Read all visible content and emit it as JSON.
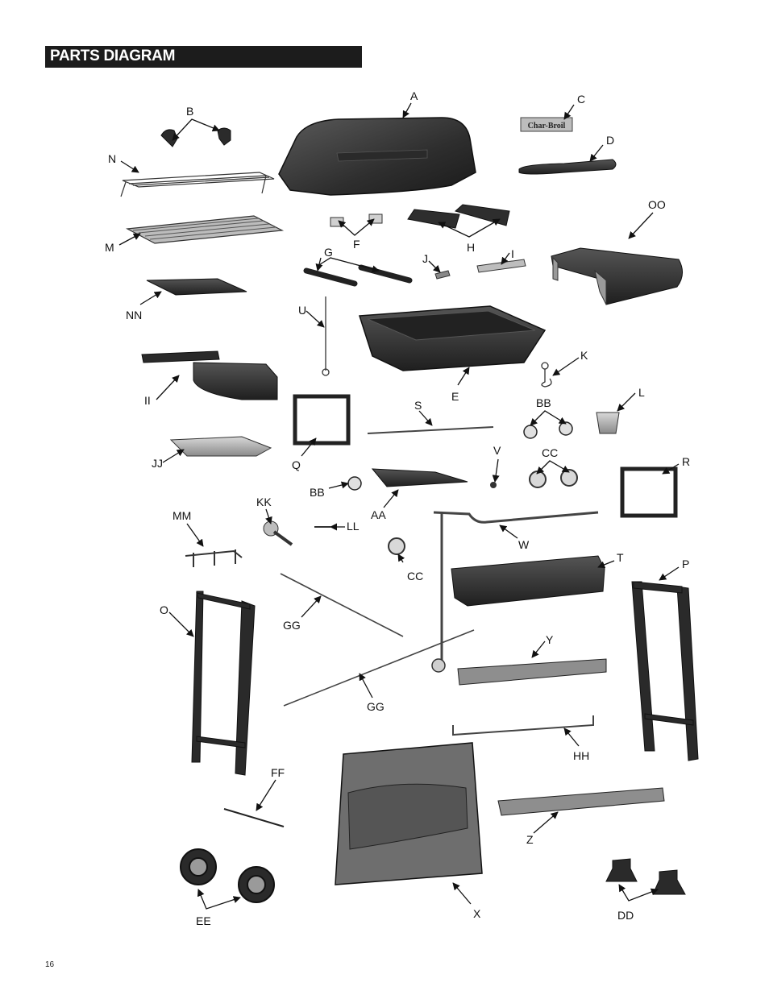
{
  "header": {
    "title": "PARTS DIAGRAM"
  },
  "footer": {
    "page_number": "16"
  },
  "colors": {
    "part_fill": "#3c3c3c",
    "part_dark": "#1e1e1e",
    "part_light": "#9a9a9a",
    "title_bar": "#1c1c1c"
  },
  "logo_text": "Char-Broil",
  "labels": {
    "A": "A",
    "B": "B",
    "C": "C",
    "D": "D",
    "E": "E",
    "F": "F",
    "G": "G",
    "H": "H",
    "I": "I",
    "J": "J",
    "K": "K",
    "L": "L",
    "M": "M",
    "N": "N",
    "O": "O",
    "P": "P",
    "Q": "Q",
    "R": "R",
    "S": "S",
    "T": "T",
    "U": "U",
    "V": "V",
    "W": "W",
    "X": "X",
    "Y": "Y",
    "Z": "Z",
    "AA": "AA",
    "BB": "BB",
    "BB2": "BB",
    "CC": "CC",
    "CC2": "CC",
    "DD": "DD",
    "EE": "EE",
    "FF": "FF",
    "GG": "GG",
    "GG2": "GG",
    "HH": "HH",
    "II": "II",
    "JJ": "JJ",
    "KK": "KK",
    "LL": "LL",
    "MM": "MM",
    "NN": "NN",
    "OO": "OO"
  }
}
